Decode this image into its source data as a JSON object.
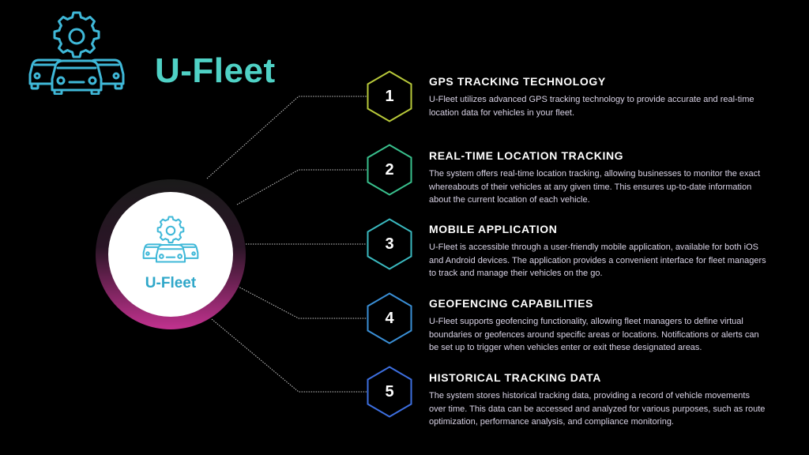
{
  "brand": {
    "title": "U-Fleet",
    "logo_icon": "gear-cars-icon",
    "accent_color": "#4fd1c5"
  },
  "hub": {
    "label": "U-Fleet",
    "logo_icon": "gear-cars-icon",
    "ring_gradient": [
      "#1a1a1a",
      "#c2328f"
    ],
    "label_color": "#2fa7c9"
  },
  "items": [
    {
      "number": "1",
      "title": "GPS TRACKING TECHNOLOGY",
      "description": "U-Fleet utilizes advanced GPS tracking technology to provide accurate and real-time location data for vehicles in your fleet.",
      "color": "#b8c93a"
    },
    {
      "number": "2",
      "title": "REAL-TIME LOCATION TRACKING",
      "description": "The system offers real-time location tracking, allowing businesses to monitor the exact whereabouts of their vehicles at any given time. This ensures up-to-date information about the current location of each vehicle.",
      "color": "#39c08d"
    },
    {
      "number": "3",
      "title": "MOBILE APPLICATION",
      "description": "U-Fleet is accessible through a user-friendly mobile application, available for both iOS and Android devices. The application provides a convenient interface for fleet managers to track and manage their vehicles on the go.",
      "color": "#3ab9bf"
    },
    {
      "number": "4",
      "title": "GEOFENCING CAPABILITIES",
      "description": "U-Fleet supports geofencing functionality, allowing fleet managers to define virtual boundaries or geofences around specific areas or locations. Notifications or alerts can be set up to trigger when vehicles enter or exit these designated areas.",
      "color": "#3a8fd6"
    },
    {
      "number": "5",
      "title": "HISTORICAL TRACKING DATA",
      "description": "The system stores historical tracking data, providing a record of vehicle movements over time. This data can be accessed and analyzed for various purposes, such as route optimization, performance analysis, and compliance monitoring.",
      "color": "#3d6fe0"
    }
  ]
}
